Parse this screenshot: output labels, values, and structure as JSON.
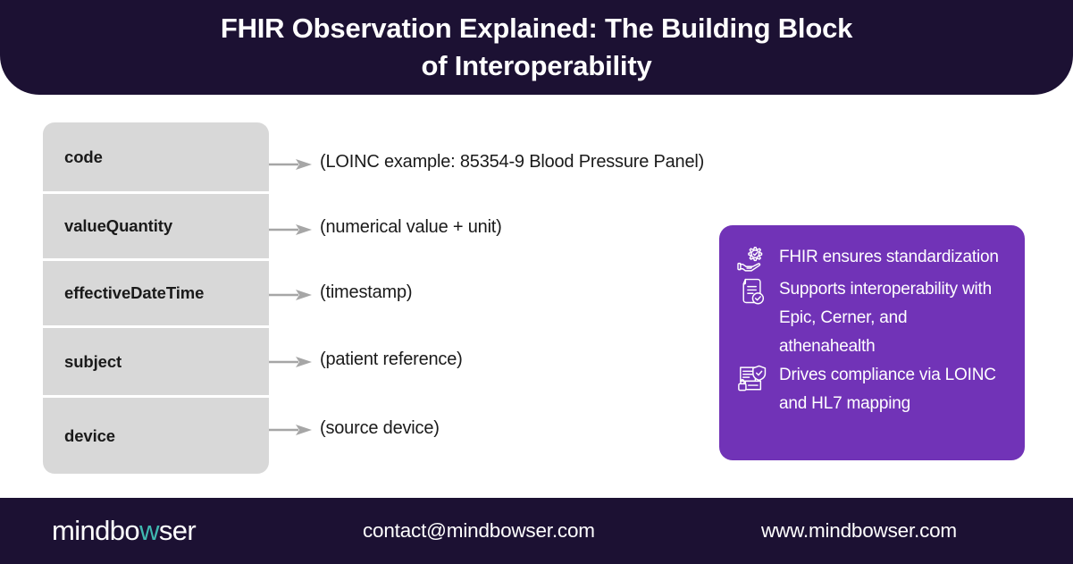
{
  "header": {
    "title": "FHIR Observation Explained: The Building Block\nof Interoperability",
    "background_color": "#1c1133"
  },
  "diagram": {
    "row_background_color": "#d8d8d8",
    "arrow_color": "#a6a6a6",
    "fields": [
      {
        "name": "code",
        "description": "(LOINC example: 85354-9 Blood Pressure Panel)",
        "arrow_icon": "arrow-right-icon"
      },
      {
        "name": "valueQuantity",
        "description": "(numerical value + unit)",
        "arrow_icon": "arrow-right-icon"
      },
      {
        "name": "effectiveDateTime",
        "description": "(timestamp)",
        "arrow_icon": "arrow-right-icon"
      },
      {
        "name": "subject",
        "description": "(patient reference)",
        "arrow_icon": "arrow-right-icon"
      },
      {
        "name": "device",
        "description": "(source device)",
        "arrow_icon": "arrow-right-icon"
      }
    ]
  },
  "benefits_card": {
    "background_color": "#7133b7",
    "items": [
      {
        "icon": "hand-holding-gear-check-icon",
        "text": "FHIR ensures standardization"
      },
      {
        "icon": "document-check-icon",
        "text": "Supports interoperability with Epic, Cerner, and athenahealth"
      },
      {
        "icon": "document-shield-lock-icon",
        "text": "Drives compliance via LOINC and HL7 mapping"
      }
    ]
  },
  "footer": {
    "background_color": "#1c1133",
    "brand_part1": "mindbo",
    "brand_accent": "w",
    "brand_part2": "ser",
    "brand_accent_color": "#3fb8b0",
    "email": "contact@mindbowser.com",
    "website": "www.mindbowser.com"
  }
}
